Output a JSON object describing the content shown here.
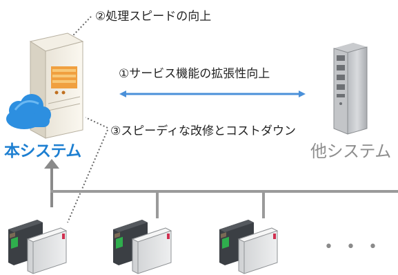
{
  "annotations": {
    "speed": "②処理スピードの向上",
    "expansion": "①サービス機能の拡張性向上",
    "cost": "③スピーディな改修とコストダウン"
  },
  "nodes": {
    "main_system": "本システム",
    "other_system": "他システム"
  },
  "more_indicator": "• • •",
  "colors": {
    "main_label": "#1d7fd1",
    "other_label": "#8d8d8d",
    "arrow": "#4a90d9",
    "bus_line": "#9a9a9a",
    "cloud": "#2d8fe0"
  },
  "icons": {
    "main_server": "server-tower-icon",
    "cloud": "cloud-icon",
    "other_server": "server-rack-icon",
    "gate": "ticket-gate-icon"
  }
}
